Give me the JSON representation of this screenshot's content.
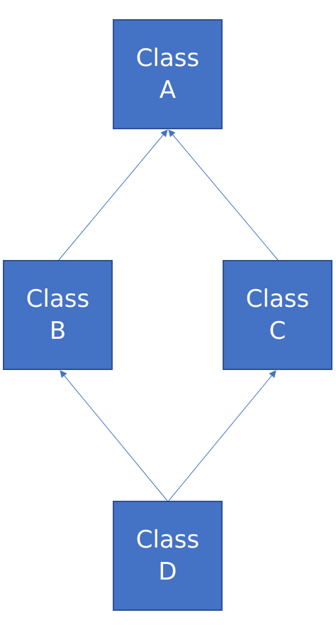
{
  "colors": {
    "node_fill": "#4472C4",
    "node_border": "#2F528F",
    "arrow": "#4472C4",
    "background": "#FFFFFF"
  },
  "nodes": {
    "a": {
      "line1": "Class",
      "line2": "A"
    },
    "b": {
      "line1": "Class",
      "line2": "B"
    },
    "c": {
      "line1": "Class",
      "line2": "C"
    },
    "d": {
      "line1": "Class",
      "line2": "D"
    }
  },
  "edges": [
    {
      "from": "b",
      "to": "a"
    },
    {
      "from": "c",
      "to": "a"
    },
    {
      "from": "d",
      "to": "b"
    },
    {
      "from": "d",
      "to": "c"
    }
  ]
}
